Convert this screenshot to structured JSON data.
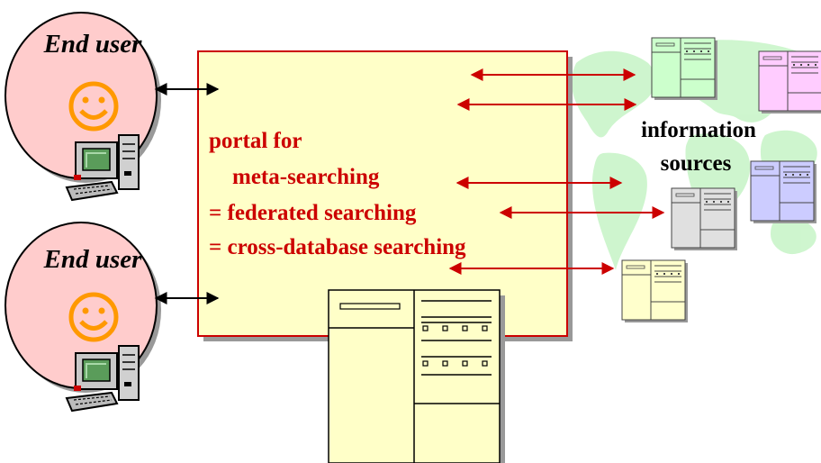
{
  "users": [
    {
      "label": "End user",
      "icon": "smiley-face-icon",
      "device": "desktop-computer-icon"
    },
    {
      "label": "End user",
      "icon": "smiley-face-icon",
      "device": "desktop-computer-icon"
    }
  ],
  "portal": {
    "lines": [
      "portal for",
      "meta-searching",
      "= federated searching",
      "= cross-database searching"
    ],
    "icon": "server-database-icon"
  },
  "sources": {
    "label_line1": "information",
    "label_line2": "sources",
    "background": "world-map",
    "server_colors": [
      "#ccffcc",
      "#ffccff",
      "#ccccff",
      "#e0e0e0",
      "#ffffcc"
    ]
  },
  "colors": {
    "portal_fill": "#ffffc8",
    "portal_border": "#cc0000",
    "portal_text": "#cc0000",
    "user_fill": "#ffcccc",
    "arrow_red": "#cc0000",
    "arrow_black": "#000000",
    "map_green": "#ccf5cc",
    "smiley": "#ff9900"
  }
}
